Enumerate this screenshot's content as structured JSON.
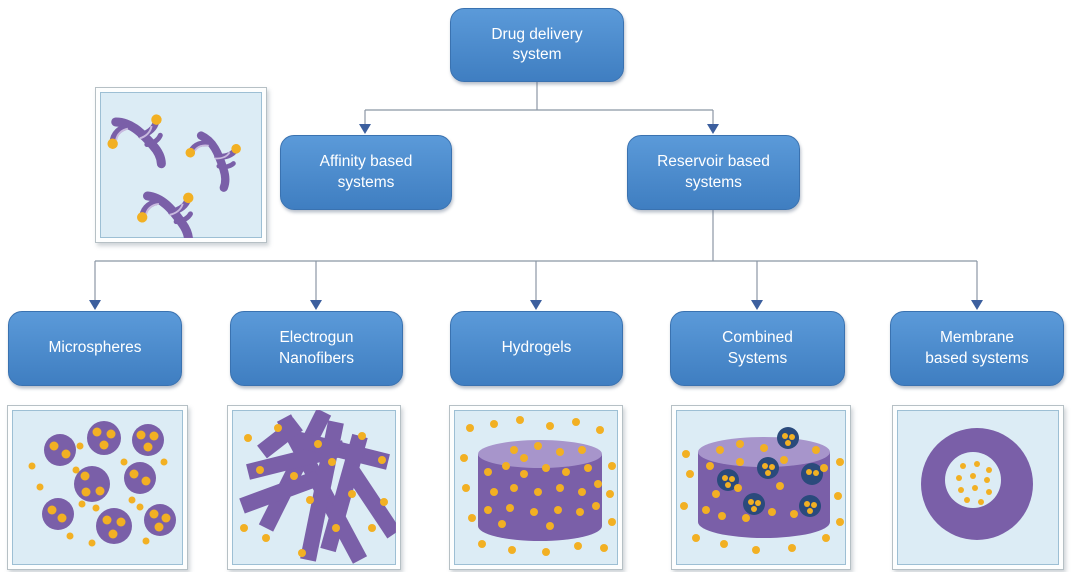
{
  "nodes": {
    "root": {
      "label": "Drug delivery system"
    },
    "affinity": {
      "label": "Affinity based systems"
    },
    "reservoir": {
      "label": "Reservoir based systems"
    },
    "microspheres": {
      "label": "Microspheres"
    },
    "electrogun": {
      "label": "Electrogun Nanofibers"
    },
    "hydrogels": {
      "label": "Hydrogels"
    },
    "combined": {
      "label": "Combined Systems"
    },
    "membrane": {
      "label": "Membrane based systems"
    }
  },
  "illustrations": {
    "affinity": "antibodies-with-drug-illustration",
    "microspheres": "microspheres-with-drug-dots-illustration",
    "electrogun": "tangled-nanofibers-illustration",
    "hydrogels": "hydrogel-cylinder-illustration",
    "combined": "hydrogel-cylinder-with-microspheres-illustration",
    "membrane": "membrane-ring-with-drug-core-illustration"
  },
  "colors": {
    "node_fill_top": "#5b9ad9",
    "node_fill_bottom": "#3f7ec1",
    "node_border": "#3a72b0",
    "node_text": "#ffffff",
    "connector_line": "#8b96a5",
    "arrowhead": "#3c5f9e",
    "panel_bg": "#dcecf5",
    "panel_border": "#9dbfd4",
    "panel_outer_border": "#b6c0c5",
    "purple": "#7a5fa8",
    "purple_light": "#a795cb",
    "antibody_highlight": "#c9badf",
    "yellow": "#f2b023",
    "navy": "#2a4a7c"
  }
}
